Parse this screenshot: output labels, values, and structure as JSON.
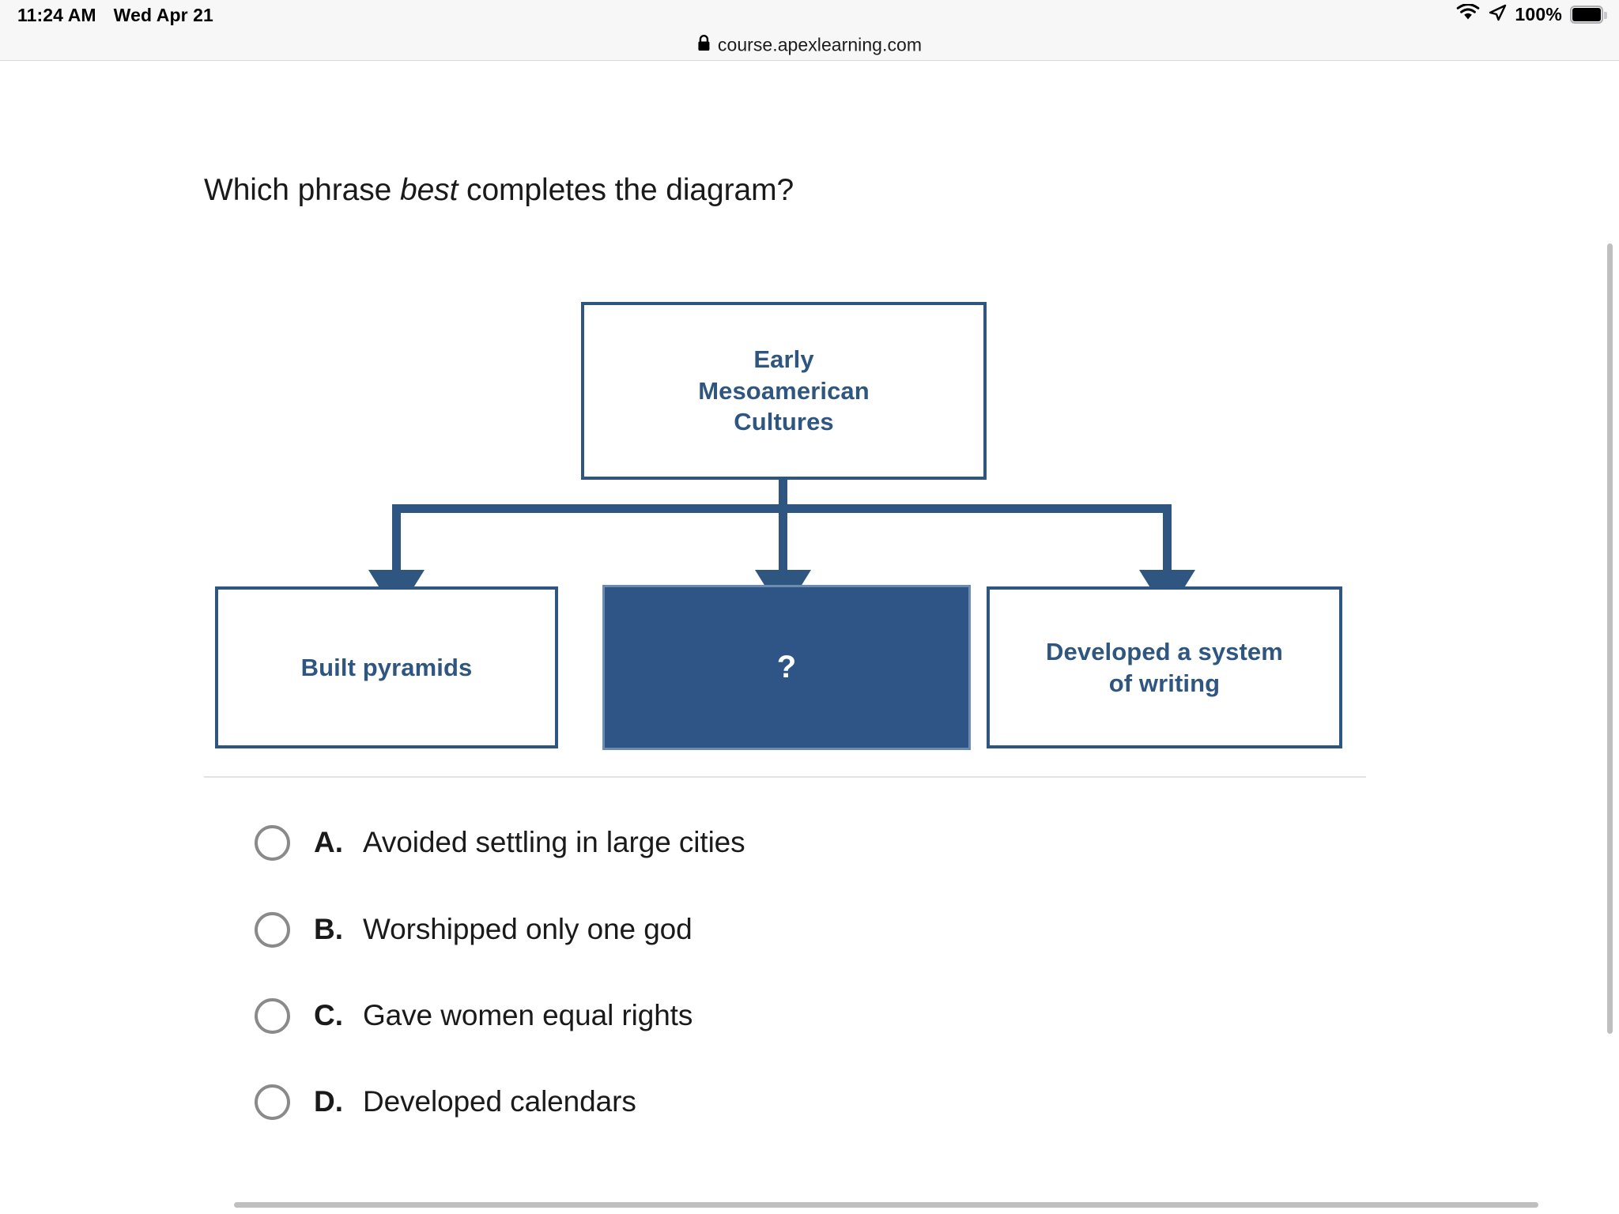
{
  "status_bar": {
    "time": "11:24 AM",
    "date": "Wed Apr 21",
    "battery_percent": "100%",
    "wifi_icon": "wifi-icon",
    "location_icon": "location-arrow-icon",
    "battery_icon": "battery-full-icon"
  },
  "browser": {
    "lock_icon": "lock-icon",
    "url": "course.apexlearning.com"
  },
  "question": {
    "before_emphasis": "Which phrase ",
    "emphasis": "best",
    "after_emphasis": " completes the diagram?"
  },
  "diagram": {
    "root": {
      "line1": "Early",
      "line2": "Mesoamerican",
      "line3": "Cultures"
    },
    "children": [
      {
        "line1": "Built pyramids",
        "line2": ""
      },
      {
        "line1": "?",
        "line2": ""
      },
      {
        "line1": "Developed a system",
        "line2": "of writing"
      }
    ],
    "colors": {
      "border": "#2e5680",
      "text": "#2e5680",
      "fill": "#2e5585",
      "fill_text": "#ffffff",
      "connector": "#2e5680"
    }
  },
  "answers": {
    "options": [
      {
        "letter": "A.",
        "text": "Avoided settling in large cities",
        "selected": false
      },
      {
        "letter": "B.",
        "text": "Worshipped only one god",
        "selected": false
      },
      {
        "letter": "C.",
        "text": "Gave women equal rights",
        "selected": false
      },
      {
        "letter": "D.",
        "text": "Developed calendars",
        "selected": false
      }
    ]
  }
}
